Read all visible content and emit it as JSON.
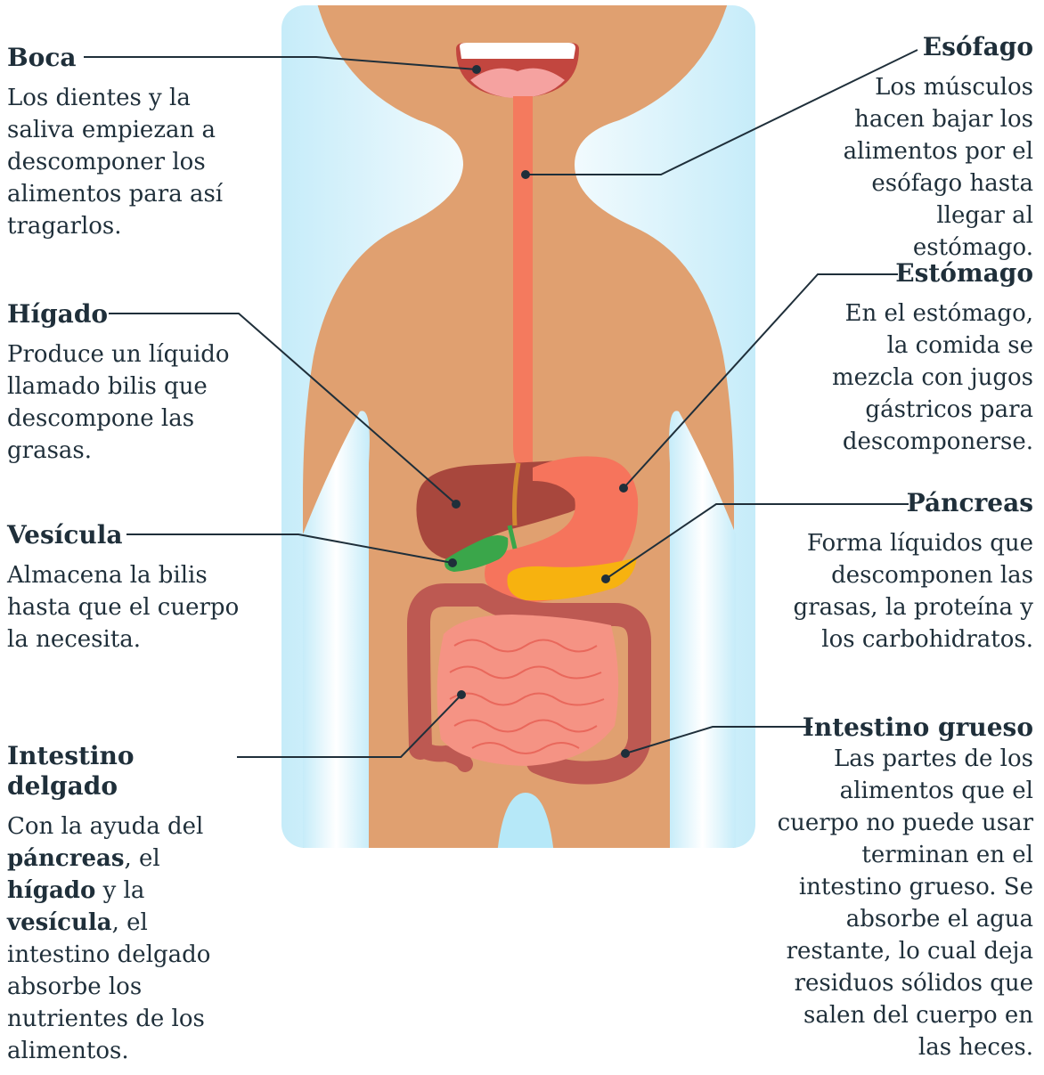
{
  "labels": {
    "boca": {
      "title": "Boca",
      "text": "Los dientes y la saliva empiezan a descomponer los alimentos para así tragarlos."
    },
    "higado": {
      "title": "Hígado",
      "text": "Produce un líquido llamado bilis que descompone las grasas."
    },
    "vesicula": {
      "title": "Vesícula",
      "text": "Almacena la bilis hasta que el cuerpo la necesita."
    },
    "intestino_delgado": {
      "title": "Intestino delgado",
      "text_1": "Con la ayuda del",
      "bold_pancreas": "páncreas",
      "text_2": ", el",
      "bold_higado": "hígado",
      "text_3": "y la",
      "bold_vesicula": "vesícula",
      "text_4": ", el intestino delgado absorbe los nutrientes de los alimentos."
    },
    "esofago": {
      "title": "Esófago",
      "text": "Los músculos hacen bajar los alimentos por el esófago hasta llegar al estómago."
    },
    "estomago": {
      "title": "Estómago",
      "text": "En el estómago, la comida se mezcla con jugos gástricos para descomponerse."
    },
    "pancreas": {
      "title": "Páncreas",
      "text": "Forma líquidos que descomponen las grasas, la proteína y los carbohidratos."
    },
    "intestino_grueso": {
      "title": "Intestino grueso",
      "text": "Las partes de los alimentos que el cuerpo no puede usar terminan en el intestino grueso. Se absorbe el agua restante, lo cual deja residuos sólidos que salen del cuerpo en las heces."
    }
  },
  "colors": {
    "background_panel": "#d6f1fb",
    "skin": "#e0a070",
    "esophagus": "#f47a5e",
    "liver": "#a8473d",
    "stomach": "#f6745c",
    "pancreas": "#f7b20f",
    "gallbladder": "#3aa64a",
    "small_intestine": "#f59384",
    "large_intestine": "#bd5952",
    "leader_line": "#1f2f3a"
  }
}
